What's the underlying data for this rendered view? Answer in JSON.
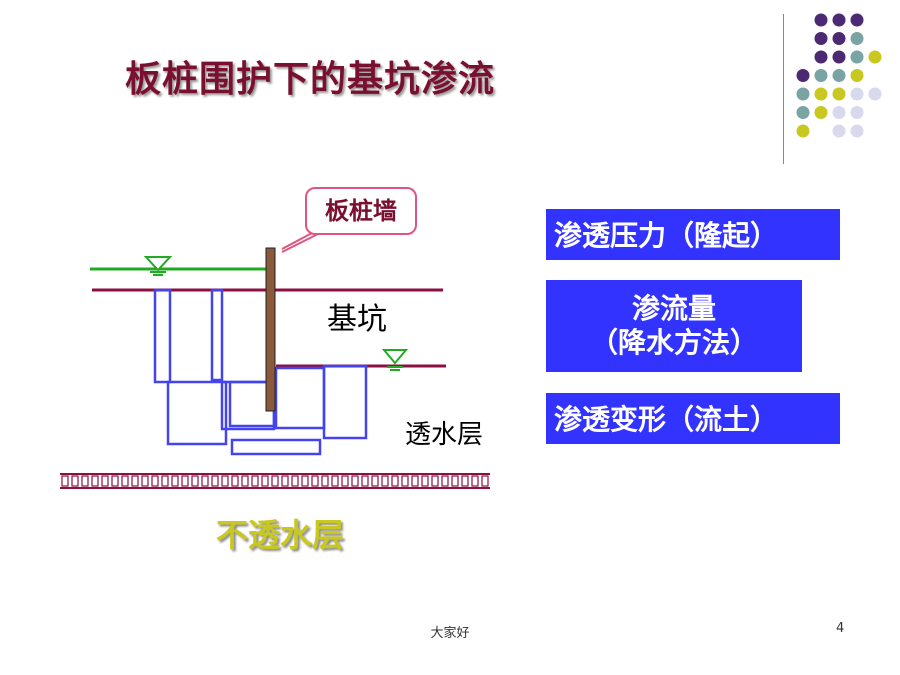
{
  "slide": {
    "title": "板桩围护下的基坑渗流",
    "page_number": "4",
    "footer": "大家好"
  },
  "diagram": {
    "wall_callout": "板桩墙",
    "pit_label": "基坑",
    "permeable_layer": "透水层",
    "impermeable_layer": "不透水层",
    "water_level_icon": "water-level-icon"
  },
  "boxes": {
    "pressure": "渗透压力（隆起）",
    "flow_line1": "渗流量",
    "flow_line2": "（降水方法）",
    "deformation": "渗透变形（流土）"
  },
  "colors": {
    "title": "#7a1030",
    "box_fill": "#3333ff",
    "box_text": "#ffffff",
    "green_line": "#22aa22",
    "maroon_line": "#8b1040",
    "wall": "#8b5a3c",
    "flow_net": "#4444ee",
    "impermeable_text": "#c8c820",
    "dot_purple": "#4b2a73",
    "dot_teal": "#7aa3a3",
    "dot_yellow": "#c8c820",
    "dot_lavender": "#d9d9ee"
  }
}
